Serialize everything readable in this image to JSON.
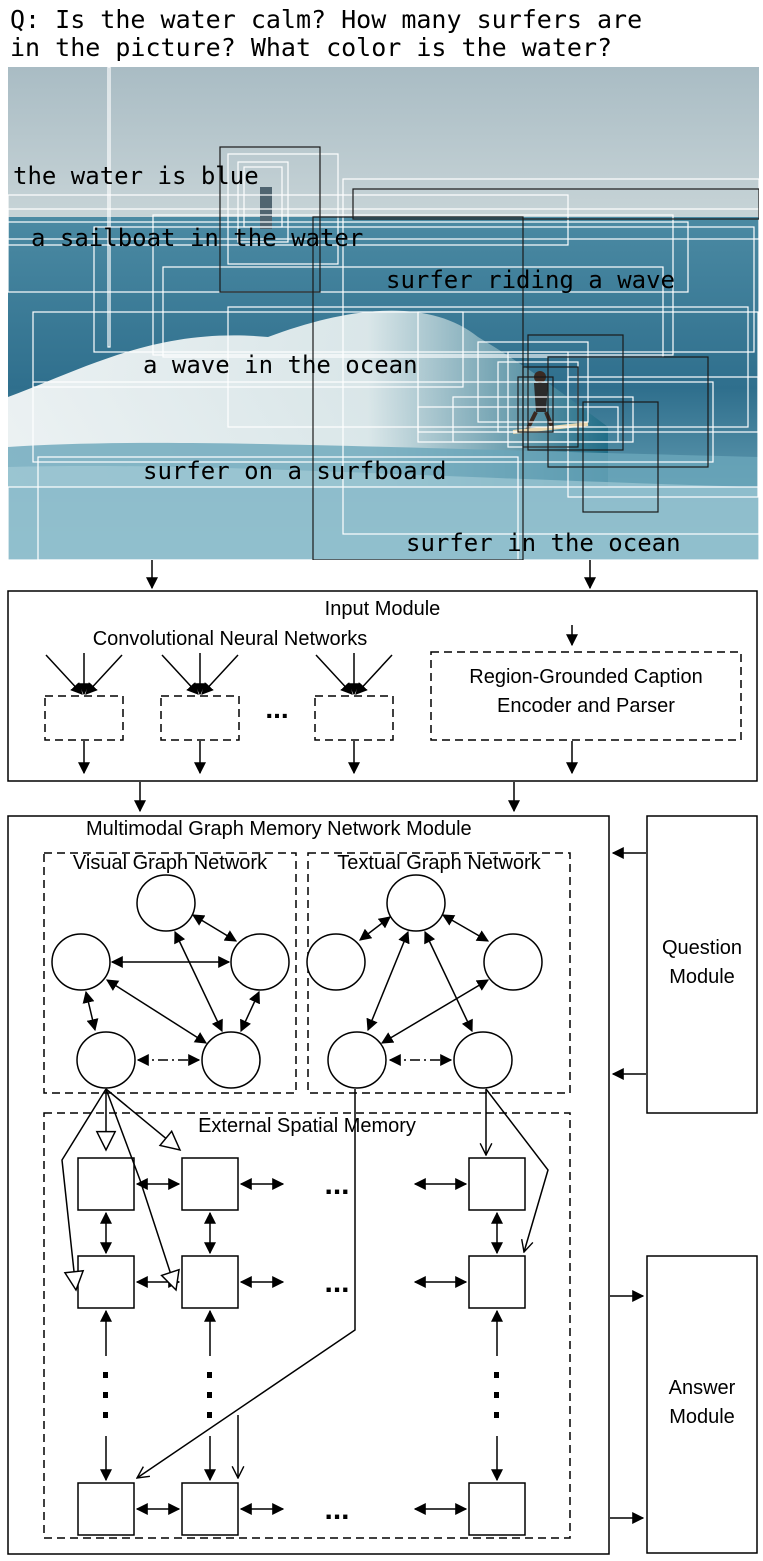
{
  "question": {
    "line1": "Q: Is the water calm? How many surfers are",
    "line2": "in the picture? What color is the water?"
  },
  "captions": [
    "the water is blue",
    "a sailboat in the water",
    "surfer riding a wave",
    "a wave in the ocean",
    "surfer on a surfboard",
    "surfer in the ocean"
  ],
  "input_module": {
    "title": "Input Module",
    "cnn_label": "Convolutional Neural Networks",
    "ellipsis": "...",
    "caption_encoder": "Region-Grounded Caption Encoder and Parser"
  },
  "memory_module": {
    "title": "Multimodal Graph Memory Network Module",
    "visual_graph": "Visual Graph Network",
    "textual_graph": "Textual Graph Network",
    "spatial_memory": "External Spatial Memory",
    "dots": "..."
  },
  "question_module": {
    "label": "Question Module"
  },
  "answer_module": {
    "label": "Answer Module"
  },
  "colors": {
    "sky": "#bcccd2",
    "sea": "#2c6f8a",
    "wave": "#eef3f3",
    "line": "#000000"
  }
}
